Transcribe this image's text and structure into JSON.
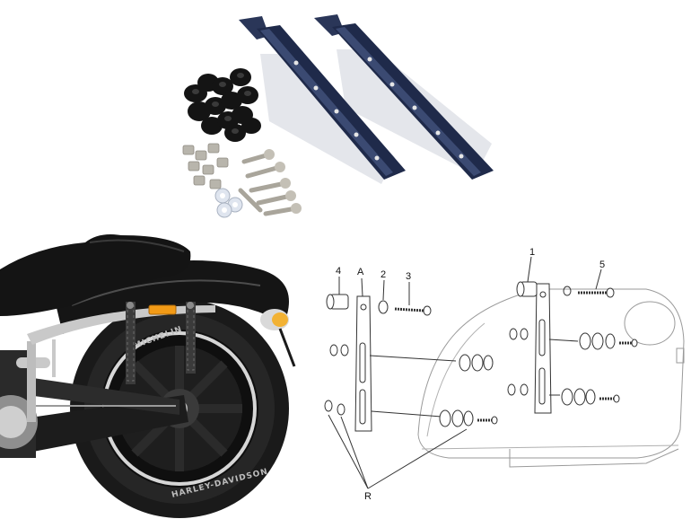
{
  "photo_kit": {
    "brackets": {
      "color": "#1f2a4a",
      "shadow_color": "#c8ccd6"
    },
    "spacers": {
      "color": "#121212"
    },
    "hardware": {
      "color": "#b8b5ac"
    }
  },
  "photo_bike": {
    "frame_color": "#1b1b1b",
    "chrome_color": "#c9c9c9",
    "reflector_color": "#f29a16",
    "tire_text_top": "MICHELIN",
    "tire_text_bottom": "HARLEY-DAVIDSON"
  },
  "diagram": {
    "line_color": "#555555",
    "callouts": {
      "four": "4",
      "a": "A",
      "two": "2",
      "three": "3",
      "one": "1",
      "five": "5",
      "r": "R"
    }
  }
}
